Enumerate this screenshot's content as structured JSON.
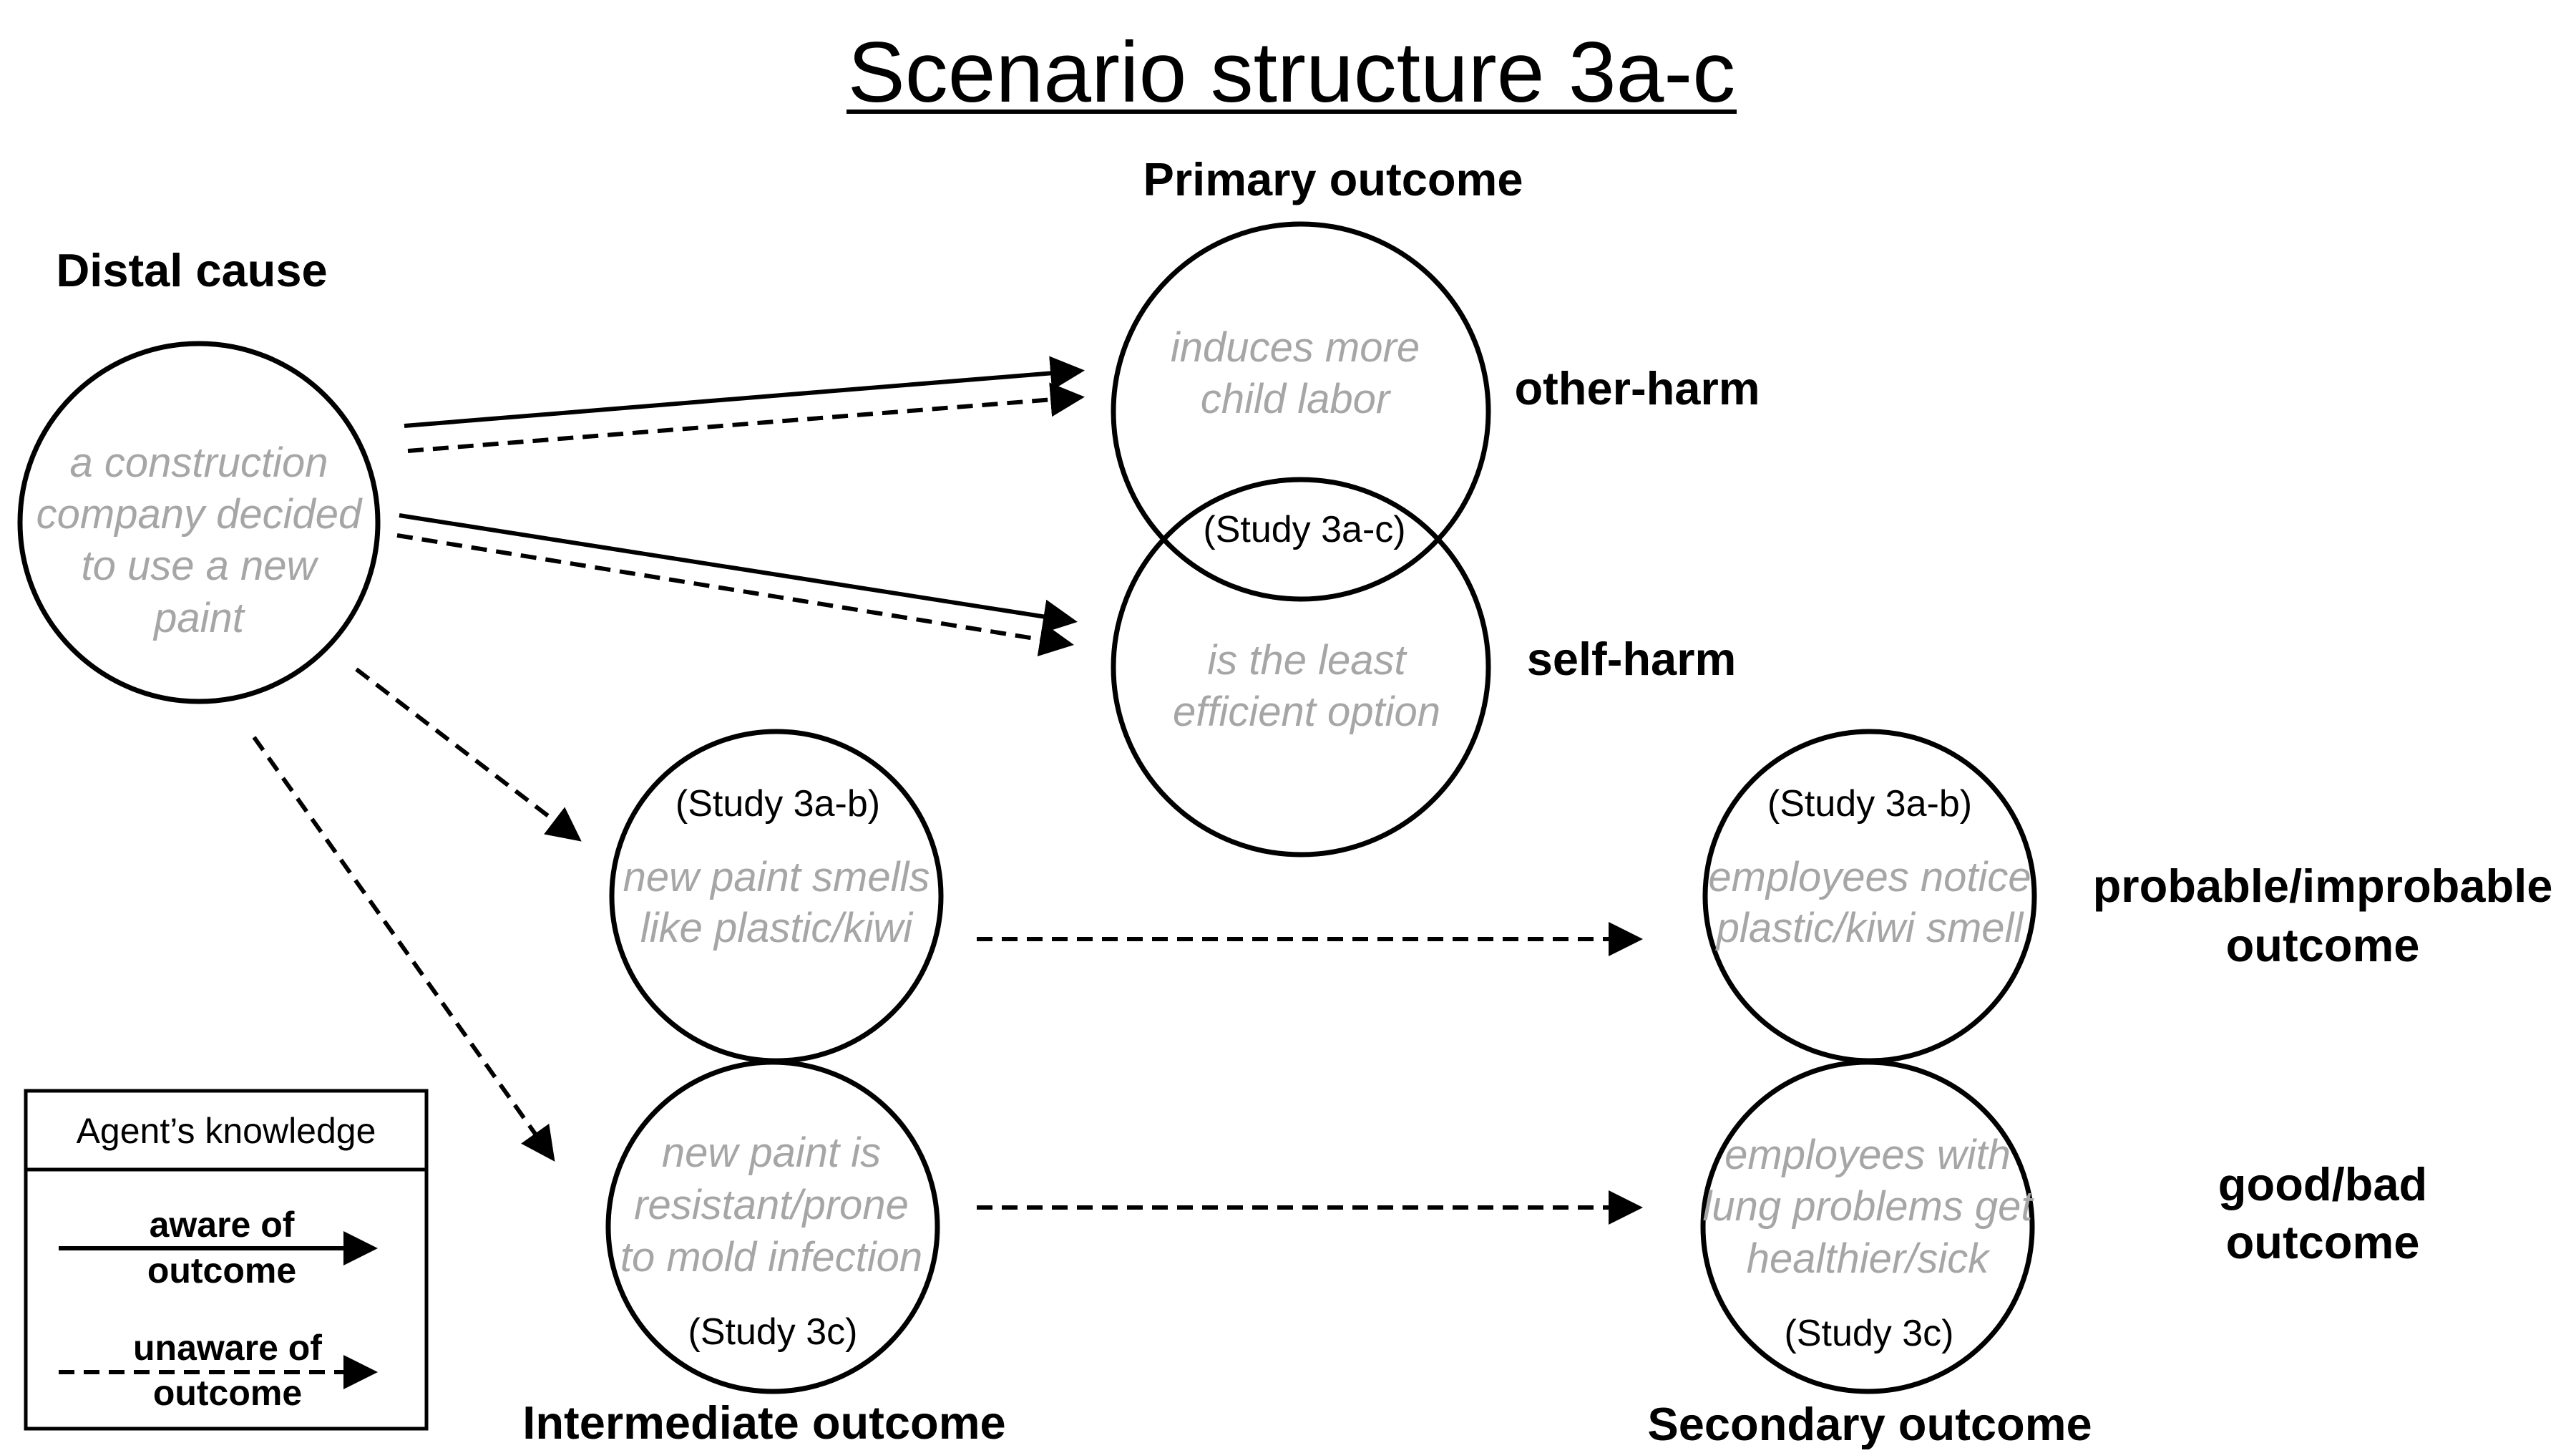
{
  "title": "Scenario structure 3a-c",
  "headings": {
    "distal_cause": "Distal cause",
    "primary_outcome": "Primary outcome",
    "intermediate_outcome": "Intermediate outcome",
    "secondary_outcome": "Secondary outcome",
    "other_harm": "other-harm",
    "self_harm": "self-harm",
    "probable_line1": "probable/improbable",
    "probable_line2": "outcome",
    "goodbad_line1": "good/bad",
    "goodbad_line2": "outcome"
  },
  "nodes": {
    "distal": [
      "a construction",
      "company decided",
      "to use a new",
      "paint"
    ],
    "other_harm": [
      "induces more",
      "child labor"
    ],
    "self_harm": [
      "is the least",
      "efficient option"
    ],
    "inter_top": [
      "new paint smells",
      "like plastic/kiwi"
    ],
    "inter_bottom": [
      "new paint is",
      "resistant/prone",
      "to mold infection"
    ],
    "sec_top": [
      "employees notice",
      "plastic/kiwi smell"
    ],
    "sec_bottom": [
      "employees with",
      "lung problems get",
      "healthier/sick"
    ]
  },
  "study_labels": {
    "primary": "(Study 3a-c)",
    "inter_top": "(Study 3a-b)",
    "inter_bottom": "(Study 3c)",
    "sec_top": "(Study 3a-b)",
    "sec_bottom": "(Study 3c)"
  },
  "legend": {
    "title": "Agent’s knowledge",
    "aware_line1": "aware of",
    "aware_line2": "outcome",
    "unaware_line1": "unaware of",
    "unaware_line2": "outcome"
  }
}
